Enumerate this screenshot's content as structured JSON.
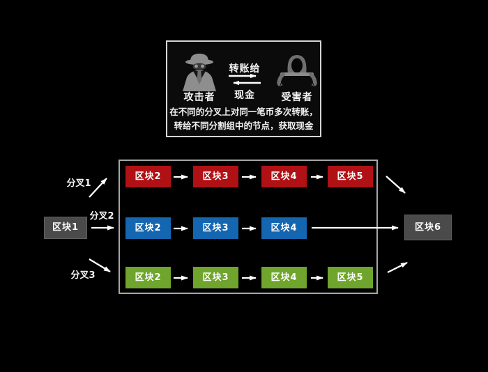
{
  "info_box": {
    "attacker_label": "攻击者",
    "victim_label": "受害者",
    "transfer_label": "转账给",
    "cash_label": "现金",
    "description_line1": "在不同的分叉上对同一笔币多次转账，",
    "description_line2": "转给不同分割组中的节点，获取现金"
  },
  "diagram": {
    "root_block": {
      "label": "区块1"
    },
    "final_block": {
      "label": "区块6"
    },
    "forks": [
      {
        "label": "分叉1",
        "color": "#b01115",
        "blocks": [
          "区块2",
          "区块3",
          "区块4",
          "区块5"
        ]
      },
      {
        "label": "分叉2",
        "color": "#1566b0",
        "blocks": [
          "区块2",
          "区块3",
          "区块4"
        ]
      },
      {
        "label": "分叉3",
        "color": "#6fa52c",
        "blocks": [
          "区块2",
          "区块3",
          "区块4",
          "区块5"
        ]
      }
    ]
  },
  "colors": {
    "background": "#000000",
    "fork1_block": "#b01115",
    "fork2_block": "#1566b0",
    "fork3_block": "#6fa52c",
    "neutral_block": "#4a4a4a",
    "arrow": "#ffffff",
    "frame_border": "#a6a6a6",
    "info_box_border": "#d6d6d6"
  }
}
